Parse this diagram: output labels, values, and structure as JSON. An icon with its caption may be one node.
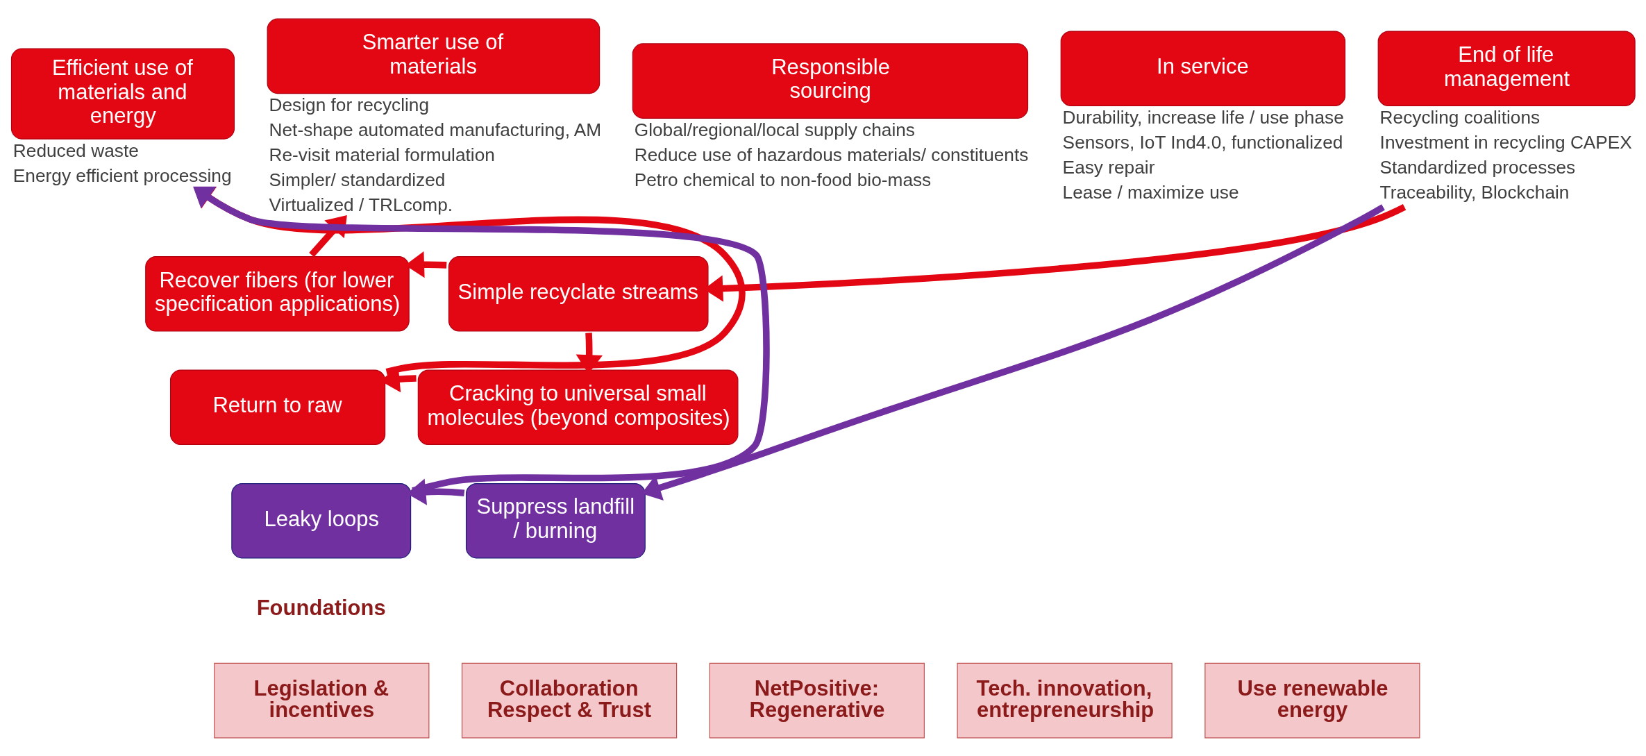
{
  "diagram": {
    "nodes": [
      {
        "text": [
          "Efficient use of materials and energy"
        ],
        "beside": [
          "Reduced waste",
          "Energy efficient processing"
        ]
      },
      {
        "text": [
          "Smarter use of materials"
        ],
        "beside": [
          "Design for recycling",
          "Net-shape automated manufacturing, AM",
          "Re-visit material formulation",
          "Simpler/ standardized",
          "Virtualized / TRLcomp."
        ]
      },
      {
        "text": [
          "Responsible sourcing"
        ],
        "beside": [
          "Global/regional/local supply chains",
          "Reduce use of hazardous materials/ constituents",
          "Petro chemical to non-food bio-mass"
        ]
      },
      {
        "text": [
          "In service"
        ],
        "beside": [
          "Durability, increase life / use phase",
          "Sensors, IoT Ind4.0, functionalized",
          "Easy repair",
          "Lease / maximize use"
        ]
      },
      {
        "text": [
          "End of life management"
        ],
        "beside": [
          "Recycling coalitions",
          "Investment in recycling CAPEX",
          "Standardized processes",
          "Traceability, Blockchain"
        ]
      },
      {
        "text": [
          "Recover fibers (for lower specification applications)"
        ]
      },
      {
        "text": [
          "Return to raw"
        ]
      },
      {
        "text": [
          "Cracking to universal small molecules (beyond composites)"
        ]
      },
      {
        "text": [
          "Simple recyclate streams"
        ]
      },
      {
        "text": [
          "Leaky loops"
        ]
      },
      {
        "text": [
          "Suppress landfill / burning"
        ]
      },
      {
        "text": [
          "Legislation & incentives"
        ]
      },
      {
        "text": [
          "Collaboration Respect & Trust"
        ]
      },
      {
        "text": [
          "NetPositive: Regenerative"
        ]
      },
      {
        "text": [
          "Tech. innovation, entrepreneurship"
        ]
      },
      {
        "text": [
          "Use renewable energy"
        ]
      }
    ],
    "edges": [
      {
        "from": 9,
        "to": 0,
        "arrow": "to",
        "color": "#7030a0"
      },
      {
        "from": 6,
        "to": 0,
        "arrow": "to"
      },
      {
        "from": 5,
        "to": 1,
        "arrow": "to"
      },
      {
        "from": 4,
        "to": 8,
        "arrow": "to"
      },
      {
        "from": 4,
        "to": 10,
        "arrow": "to",
        "color": "#7030a0"
      },
      {
        "from": 8,
        "to": 5,
        "arrow": "to"
      },
      {
        "from": 8,
        "to": 7,
        "arrow": "to"
      },
      {
        "from": 7,
        "to": 6,
        "arrow": "to"
      },
      {
        "from": 10,
        "to": 9,
        "arrow": "to",
        "color": "#7030a0"
      }
    ],
    "labels": [
      "Foundations"
    ]
  }
}
